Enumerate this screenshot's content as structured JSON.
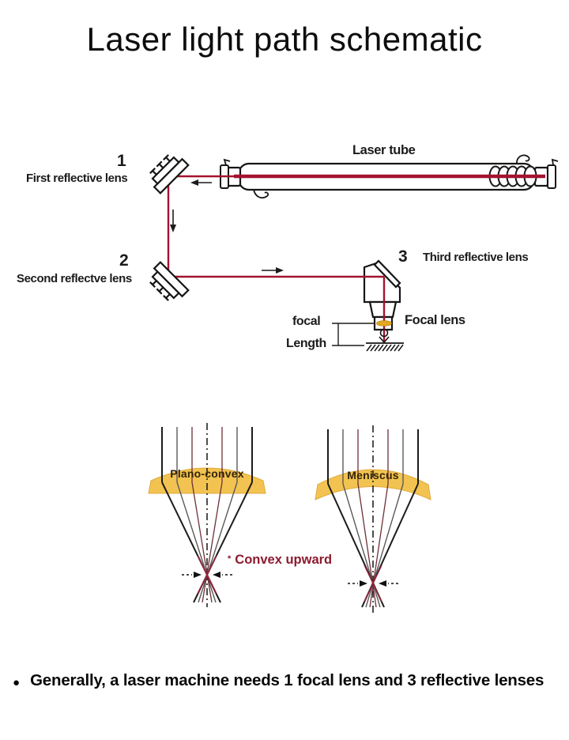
{
  "title": "Laser light path schematic",
  "schematic": {
    "laser_tube_label": "Laser tube",
    "mirror1_number": "1",
    "mirror1_label": "First reflective lens",
    "mirror2_number": "2",
    "mirror2_label": "Second reflectve lens",
    "mirror3_number": "3",
    "mirror3_label": "Third reflective lens",
    "focal_length_line1": "focal",
    "focal_length_line2": "Length",
    "focal_lens_label": "Focal lens"
  },
  "lens_diagrams": {
    "left_lens_label": "Plano-convex",
    "right_lens_label": "Meniscus",
    "note_star": "*",
    "note_text": "Convex upward"
  },
  "footer": {
    "bullet": "●",
    "note": "Generally, a laser machine needs 1 focal lens and 3 reflective lenses"
  },
  "colors": {
    "beam_red": "#A3132F",
    "lens_yellow": "#F2C350",
    "lens_gold": "#E2A81F",
    "note_red": "#8C1B2F",
    "line_black": "#161616"
  }
}
